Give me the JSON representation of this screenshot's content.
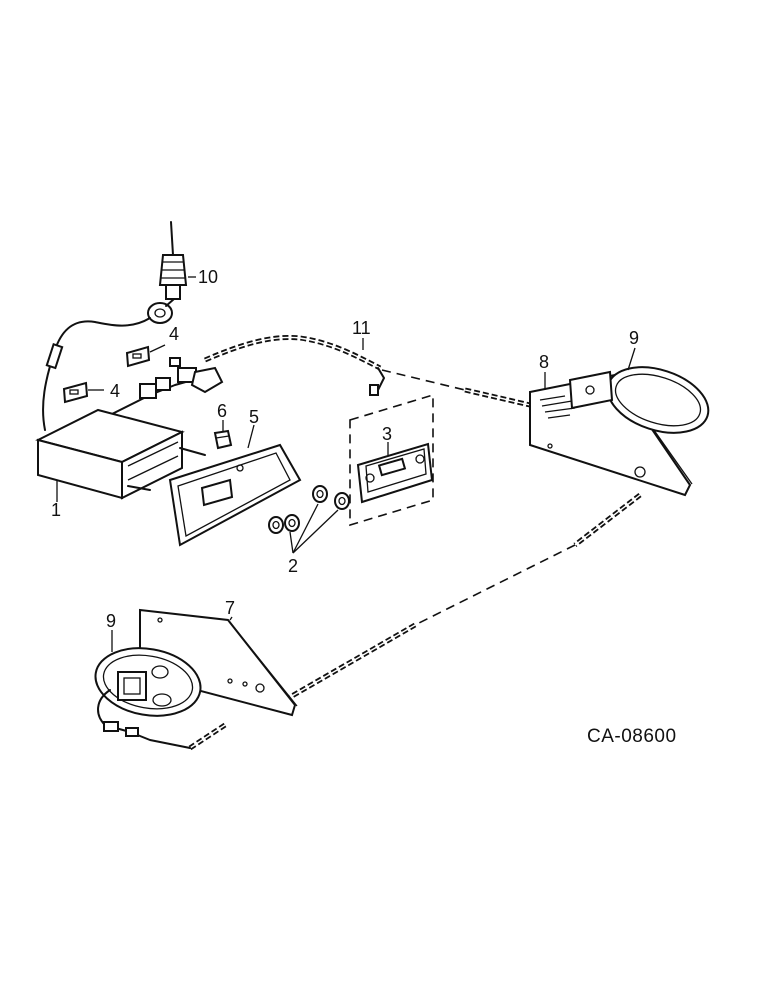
{
  "diagram": {
    "code": "CA-08600",
    "callouts": {
      "radio": "1",
      "knobs": "2",
      "bezel": "3",
      "bracket_upper": "4",
      "bracket_lower": "4",
      "mounting_plate": "5",
      "knob_stem": "6",
      "speaker_panel_left": "7",
      "speaker_panel_right": "8",
      "speaker_right": "9",
      "speaker_left": "9",
      "antenna": "10",
      "cable": "11"
    }
  }
}
